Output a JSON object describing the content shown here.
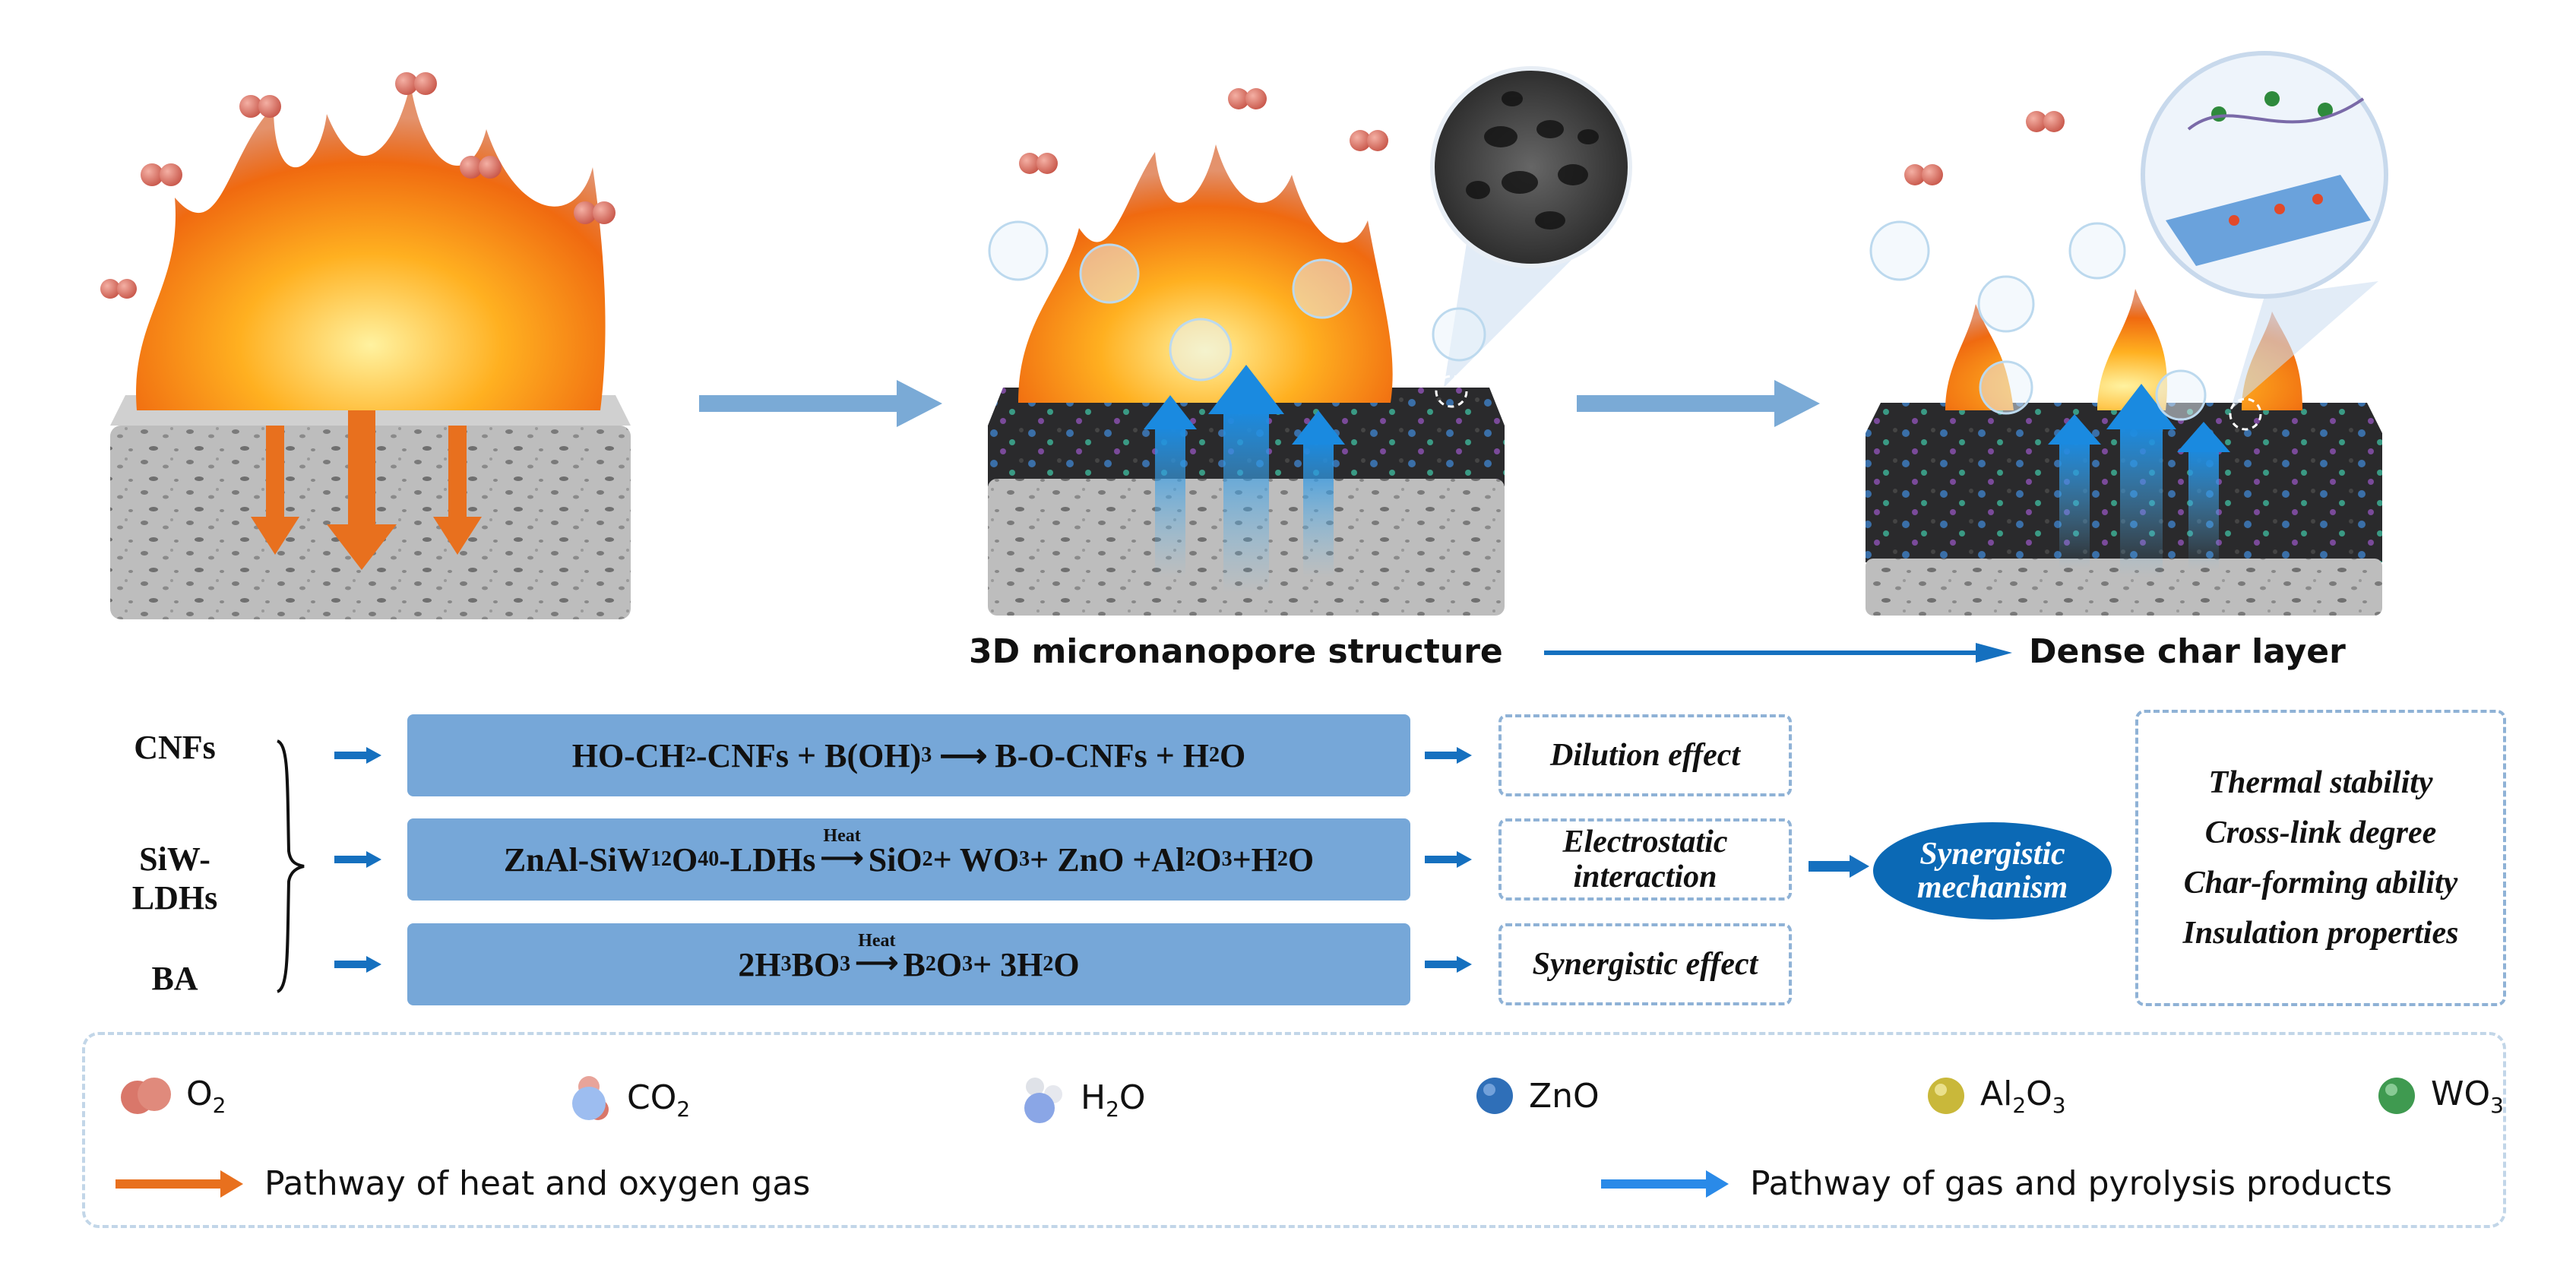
{
  "captions": {
    "stage2": "3D micronanopore structure",
    "stage3": "Dense char layer"
  },
  "sources": [
    "CNFs",
    "SiW-LDHs",
    "BA"
  ],
  "reactions": [
    {
      "parts": [
        {
          "t": "HO-CH"
        },
        {
          "s": "2"
        },
        {
          "t": "-CNFs + B(OH)"
        },
        {
          "s": "3"
        },
        {
          "a": ""
        },
        {
          "t": "B-O-CNFs + H"
        },
        {
          "s": "2"
        },
        {
          "t": "O"
        }
      ]
    },
    {
      "parts": [
        {
          "t": "ZnAl-SiW"
        },
        {
          "s": "12"
        },
        {
          "t": "O"
        },
        {
          "s": "40"
        },
        {
          "t": "-LDHs"
        },
        {
          "h": "Heat"
        },
        {
          "t": "SiO"
        },
        {
          "s": "2"
        },
        {
          "t": " + WO"
        },
        {
          "s": "3"
        },
        {
          "t": " + ZnO +Al"
        },
        {
          "s": "2"
        },
        {
          "t": "O"
        },
        {
          "s": "3"
        },
        {
          "t": " +H"
        },
        {
          "s": "2"
        },
        {
          "t": "O"
        }
      ]
    },
    {
      "parts": [
        {
          "t": "2H"
        },
        {
          "s": "3"
        },
        {
          "t": "BO"
        },
        {
          "s": "3"
        },
        {
          "h": "Heat"
        },
        {
          "t": "B"
        },
        {
          "s": "2"
        },
        {
          "t": "O"
        },
        {
          "s": "3"
        },
        {
          "t": " + 3H"
        },
        {
          "s": "2"
        },
        {
          "t": "O"
        }
      ]
    }
  ],
  "effects": [
    "Dilution effect",
    "Electrostatic interaction",
    "Synergistic effect"
  ],
  "synergy": {
    "line1": "Synergistic",
    "line2": "mechanism"
  },
  "properties": [
    "Thermal stability",
    "Cross-link degree",
    "Char-forming ability",
    "Insulation properties"
  ],
  "legend": {
    "species": [
      {
        "name": "O",
        "sub": "2",
        "after": "",
        "icon": "o2-molecule-icon"
      },
      {
        "name": "CO",
        "sub": "2",
        "after": "",
        "icon": "co2-molecule-icon"
      },
      {
        "name": "H",
        "sub": "2",
        "after": "O",
        "icon": "h2o-molecule-icon"
      },
      {
        "name": "ZnO",
        "sub": "",
        "after": "",
        "icon": "zno-particle-icon",
        "color": "#2f6fb8"
      },
      {
        "name": "Al",
        "sub": "2",
        "after": "O",
        "sub2": "3",
        "icon": "al2o3-particle-icon",
        "color": "#c9b83a"
      },
      {
        "name": "WO",
        "sub": "3",
        "after": "",
        "icon": "wo3-particle-icon",
        "color": "#3f9a50"
      }
    ],
    "heat_path": "Pathway of heat and oxygen gas",
    "gas_path": "Pathway of gas and pyrolysis products"
  },
  "colors": {
    "accent": "#1570bf",
    "box": "#76a7d8",
    "heat": "#e8701e",
    "gas": "#2a8ae8",
    "o2": "#d9776a"
  }
}
